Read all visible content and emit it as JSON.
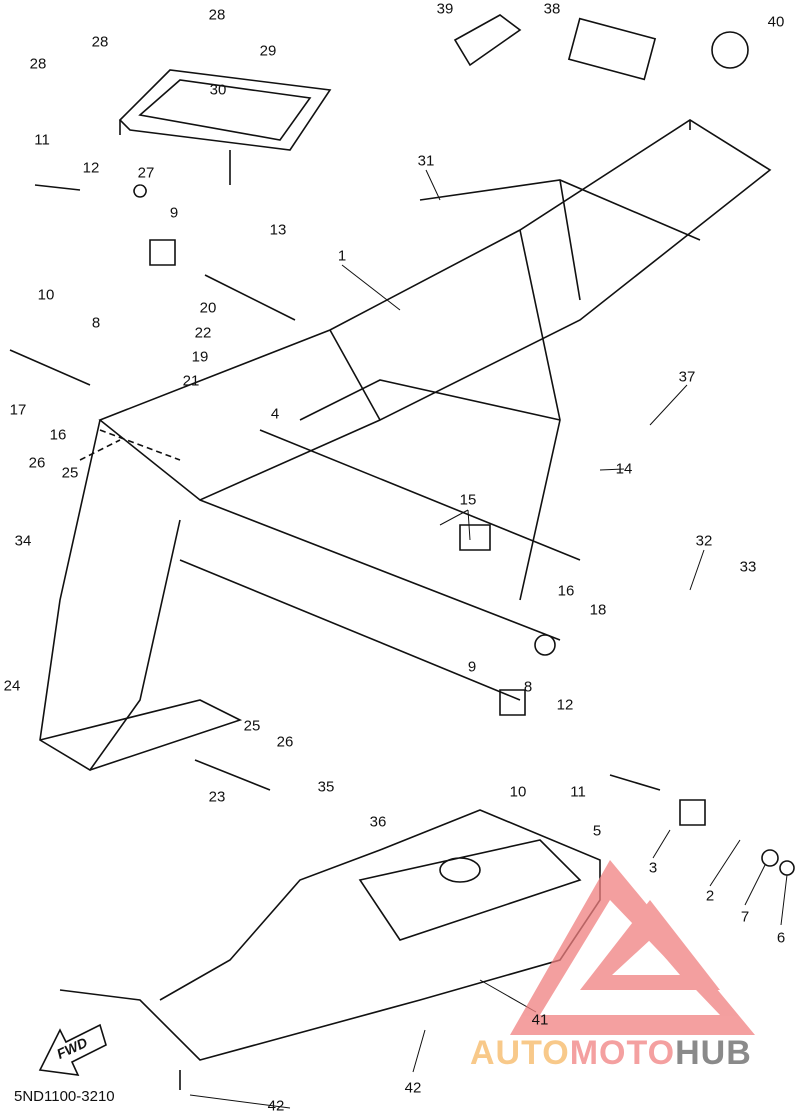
{
  "diagram": {
    "part_code": "5ND1100-3210",
    "fwd_label": "FWD",
    "callouts": [
      "28",
      "28",
      "28",
      "29",
      "30",
      "27",
      "11",
      "12",
      "9",
      "10",
      "8",
      "13",
      "20",
      "22",
      "19",
      "21",
      "1",
      "31",
      "39",
      "38",
      "40",
      "17",
      "16",
      "4",
      "37",
      "14",
      "26",
      "25",
      "15",
      "34",
      "32",
      "33",
      "16",
      "18",
      "24",
      "9",
      "8",
      "12",
      "25",
      "26",
      "23",
      "35",
      "10",
      "11",
      "36",
      "5",
      "3",
      "2",
      "7",
      "6",
      "41",
      "42",
      "42"
    ]
  },
  "watermark": {
    "part1": "AUTO",
    "part2": "MOTO",
    "part3": "HUB",
    "colors": {
      "auto": "#f8c98a",
      "moto": "#f4a0a0",
      "hub": "#8a8a8a"
    }
  }
}
